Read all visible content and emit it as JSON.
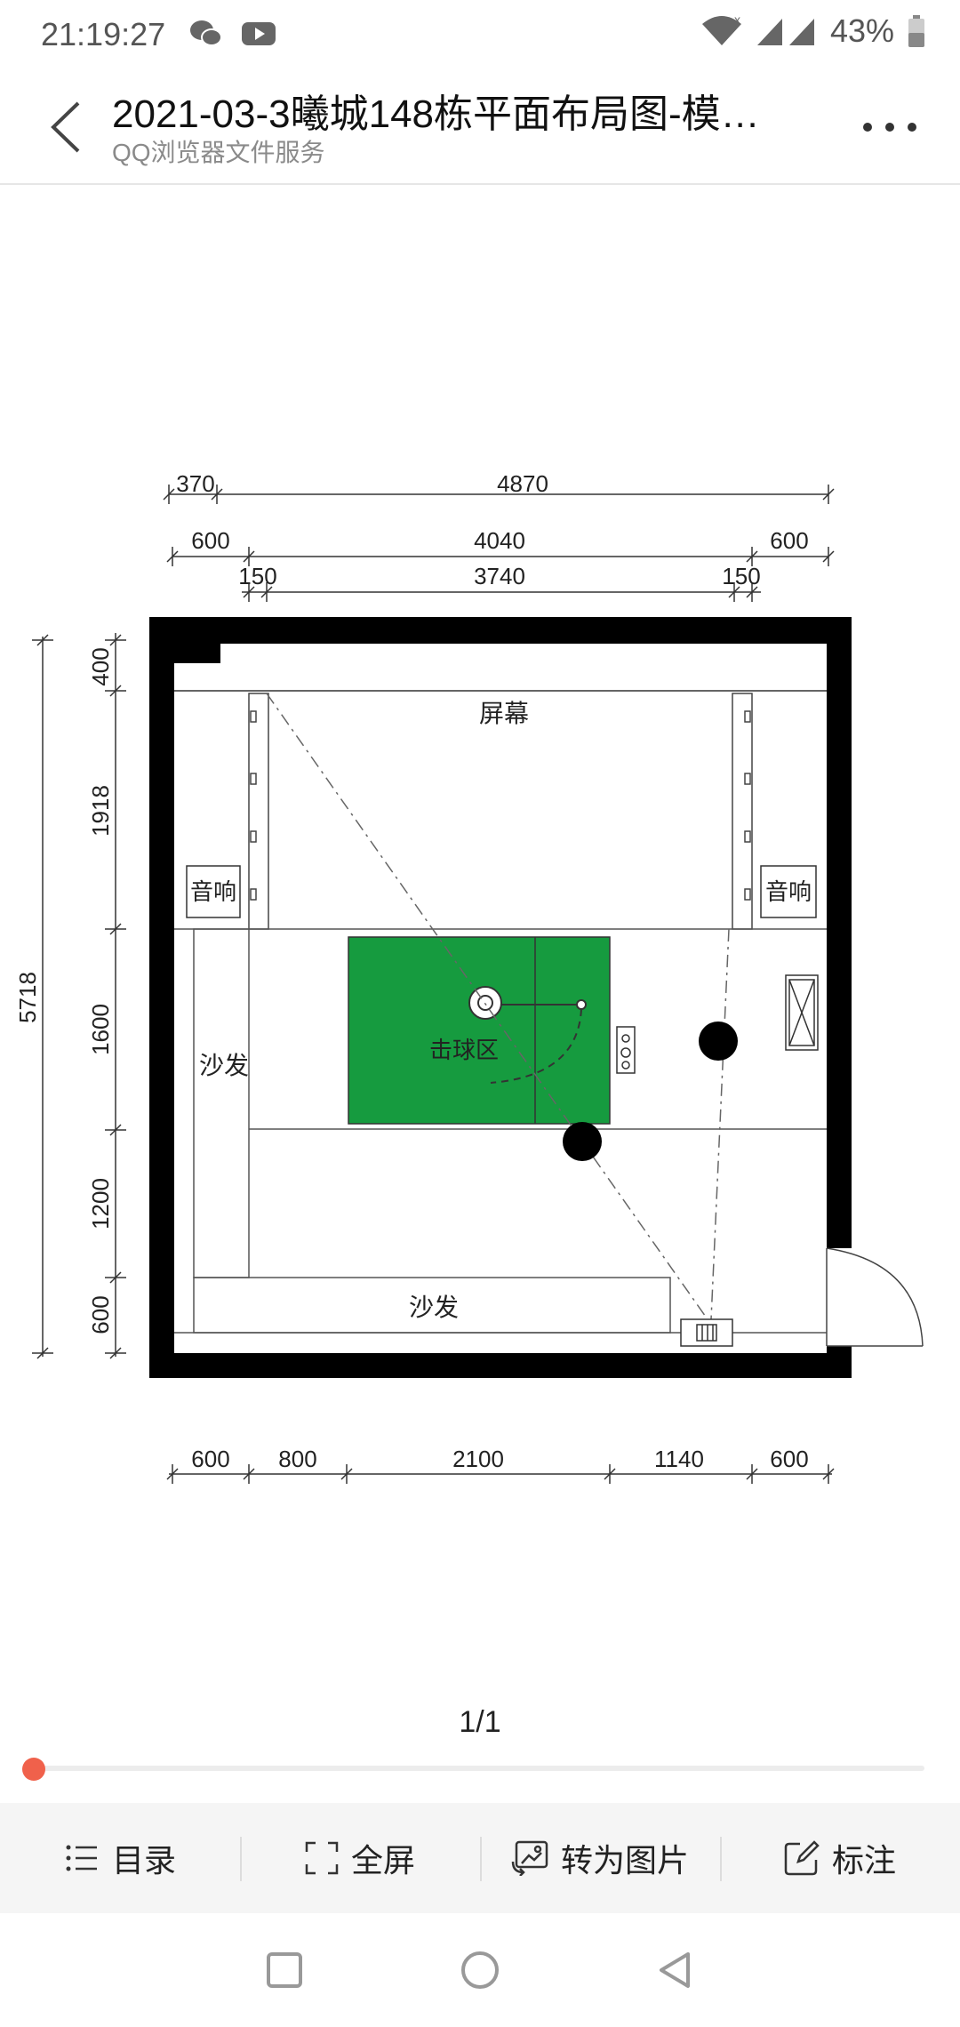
{
  "status_bar": {
    "time": "21:19:27",
    "battery_percent": "43%",
    "icons": [
      "wechat-icon",
      "youtube-icon",
      "wifi-icon",
      "signal-icon",
      "battery-icon"
    ]
  },
  "header": {
    "title": "2021-03-3曦城148栋平面布局图-模…",
    "subtitle": "QQ浏览器文件服务",
    "back_icon": "back-chevron-icon",
    "more_icon": "more-dots-icon"
  },
  "drawing": {
    "top_dims": {
      "row1": [
        "370",
        "4870"
      ],
      "row2": [
        "600",
        "4040",
        "600"
      ],
      "row3": [
        "150",
        "3740",
        "150"
      ]
    },
    "left_dims": {
      "overall": "5718",
      "segments": [
        "400",
        "1918",
        "1600",
        "1200",
        "600"
      ]
    },
    "bottom_dims": [
      "600",
      "800",
      "2100",
      "1140",
      "600"
    ],
    "labels": {
      "screen": "屏幕",
      "speaker_left": "音响",
      "speaker_right": "音响",
      "hitting_zone": "击球区",
      "sofa_left": "沙发",
      "sofa_bottom": "沙发"
    },
    "colors": {
      "green_zone": "#169b3f",
      "wall": "#000000"
    }
  },
  "pager": {
    "indicator": "1/1",
    "progress_fraction": 0.0
  },
  "toolbar": {
    "items": [
      {
        "label": "目录",
        "icon": "list-icon"
      },
      {
        "label": "全屏",
        "icon": "fullscreen-icon"
      },
      {
        "label": "转为图片",
        "icon": "image-convert-icon"
      },
      {
        "label": "标注",
        "icon": "annotate-edit-icon"
      }
    ]
  },
  "nav_bar": {
    "icons": [
      "recent-apps-square-icon",
      "home-circle-icon",
      "back-triangle-icon"
    ]
  }
}
